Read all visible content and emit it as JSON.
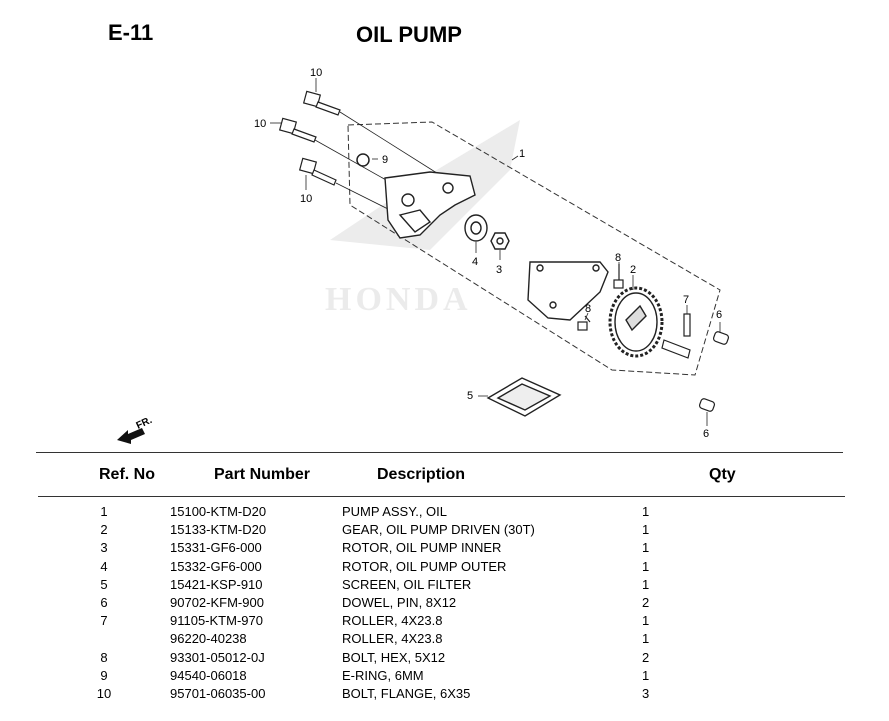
{
  "page": {
    "section_code": "E-11",
    "title": "OIL PUMP"
  },
  "diagram": {
    "watermark": "HONDA",
    "front_marker": "FR.",
    "callouts": [
      "10",
      "10",
      "10",
      "9",
      "1",
      "4",
      "3",
      "8",
      "2",
      "8",
      "7",
      "6",
      "5",
      "6"
    ]
  },
  "table": {
    "headers": {
      "ref": "Ref. No",
      "part_number": "Part Number",
      "description": "Description",
      "qty": "Qty"
    },
    "rows": [
      {
        "ref": "1",
        "part_number": "15100-KTM-D20",
        "description": "PUMP ASSY., OIL",
        "qty": "1"
      },
      {
        "ref": "2",
        "part_number": "15133-KTM-D20",
        "description": "GEAR, OIL PUMP DRIVEN (30T)",
        "qty": "1"
      },
      {
        "ref": "3",
        "part_number": "15331-GF6-000",
        "description": "ROTOR, OIL PUMP INNER",
        "qty": "1"
      },
      {
        "ref": "4",
        "part_number": "15332-GF6-000",
        "description": "ROTOR, OIL PUMP OUTER",
        "qty": "1"
      },
      {
        "ref": "5",
        "part_number": "15421-KSP-910",
        "description": "SCREEN, OIL FILTER",
        "qty": "1"
      },
      {
        "ref": "6",
        "part_number": "90702-KFM-900",
        "description": "DOWEL, PIN, 8X12",
        "qty": "2"
      },
      {
        "ref": "7",
        "part_number": "91105-KTM-970",
        "description": "ROLLER, 4X23.8",
        "qty": "1"
      },
      {
        "ref": "",
        "part_number": "96220-40238",
        "description": "ROLLER, 4X23.8",
        "qty": "1"
      },
      {
        "ref": "8",
        "part_number": "93301-05012-0J",
        "description": "BOLT, HEX, 5X12",
        "qty": "2"
      },
      {
        "ref": "9",
        "part_number": "94540-06018",
        "description": "E-RING, 6MM",
        "qty": "1"
      },
      {
        "ref": "10",
        "part_number": "95701-06035-00",
        "description": "BOLT, FLANGE, 6X35",
        "qty": "3"
      }
    ]
  }
}
